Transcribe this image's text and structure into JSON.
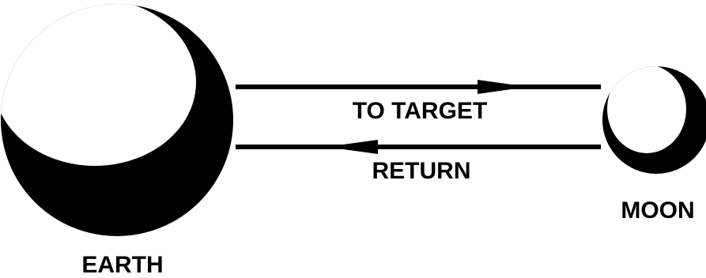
{
  "labels": {
    "earth": "EARTH",
    "moon": "MOON",
    "outbound": "TO TARGET",
    "return": "RETURN"
  },
  "colors": {
    "ink": "#000000",
    "paper": "#ffffff"
  }
}
